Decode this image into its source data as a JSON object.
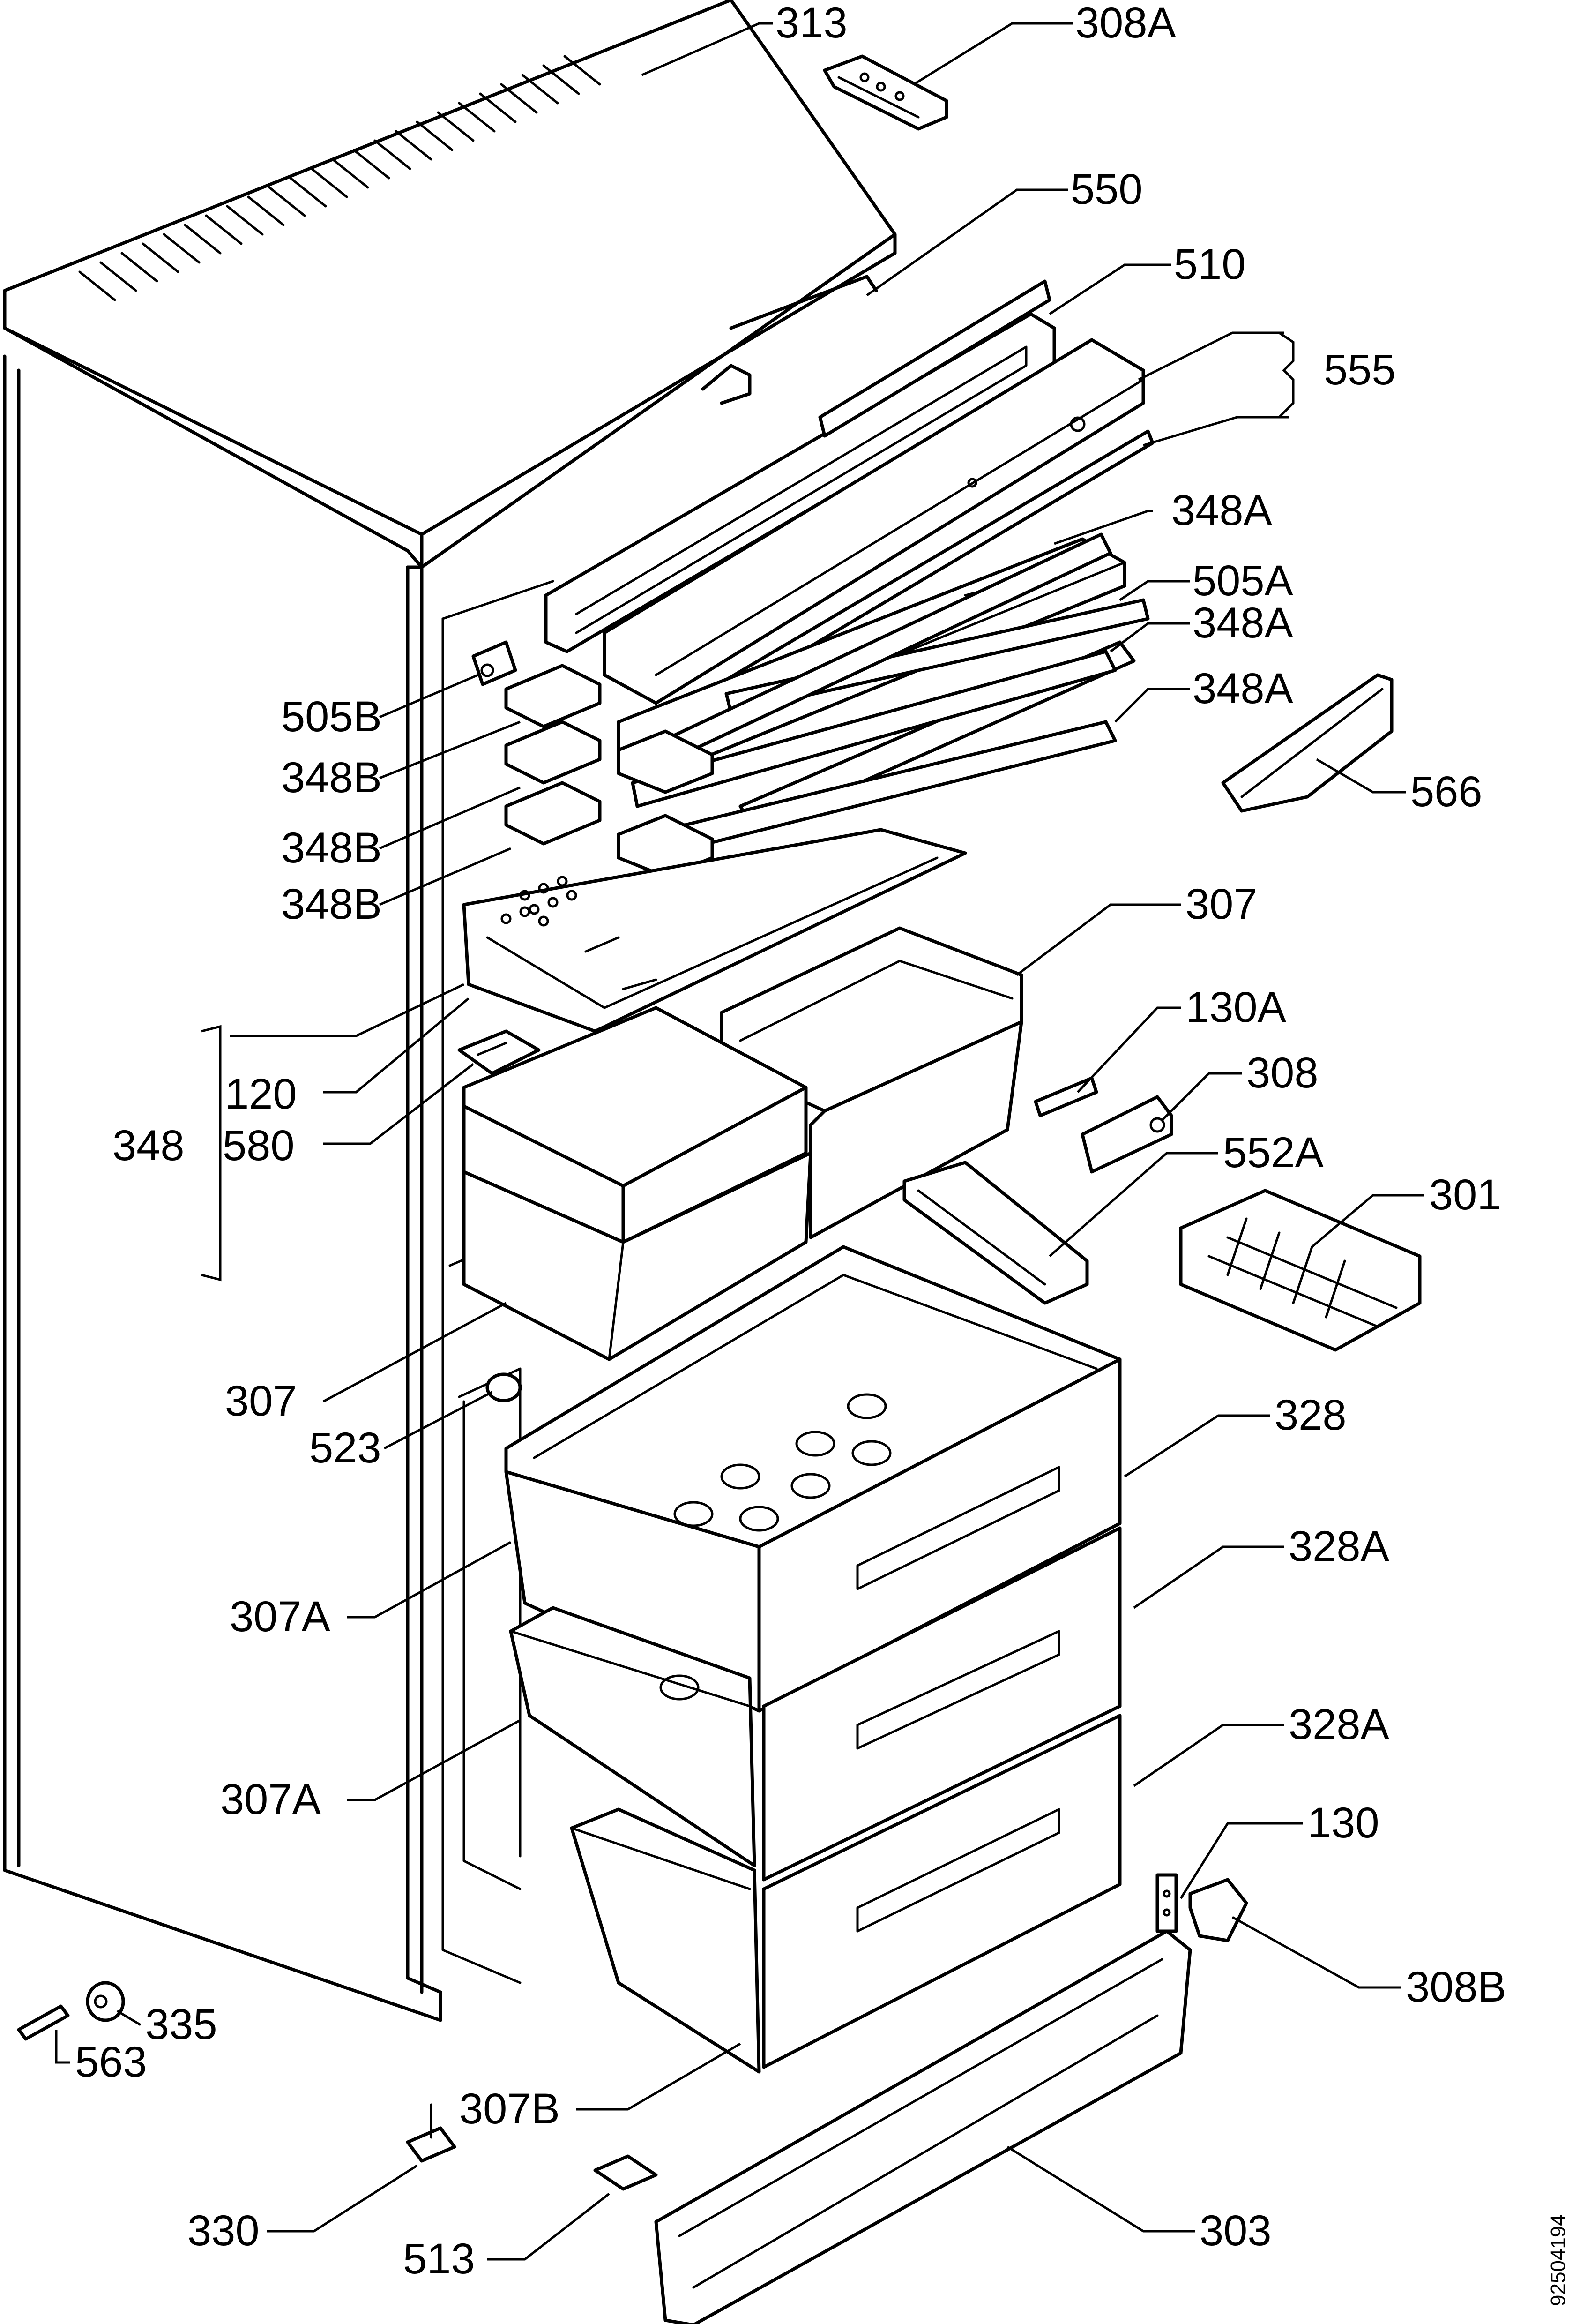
{
  "labels": {
    "p313": "313",
    "p308a_top": "308A",
    "p550": "550",
    "p510": "510",
    "p555": "555",
    "p348a_1": "348A",
    "p505a": "505A",
    "p348a_2": "348A",
    "p348a_3": "348A",
    "p566": "566",
    "p505b": "505B",
    "p348b_1": "348B",
    "p348b_2": "348B",
    "p348b_3": "348B",
    "p307_top": "307",
    "p130a": "130A",
    "p308": "308",
    "p120": "120",
    "p580": "580",
    "p348": "348",
    "p552a": "552A",
    "p301": "301",
    "p307_mid": "307",
    "p523": "523",
    "p328": "328",
    "p328a_1": "328A",
    "p307a_1": "307A",
    "p307a_2": "307A",
    "p328a_2": "328A",
    "p130": "130",
    "p308b": "308B",
    "p335": "335",
    "p563": "563",
    "p307b": "307B",
    "p330": "330",
    "p513": "513",
    "p303": "303"
  },
  "document_code": "92504194"
}
